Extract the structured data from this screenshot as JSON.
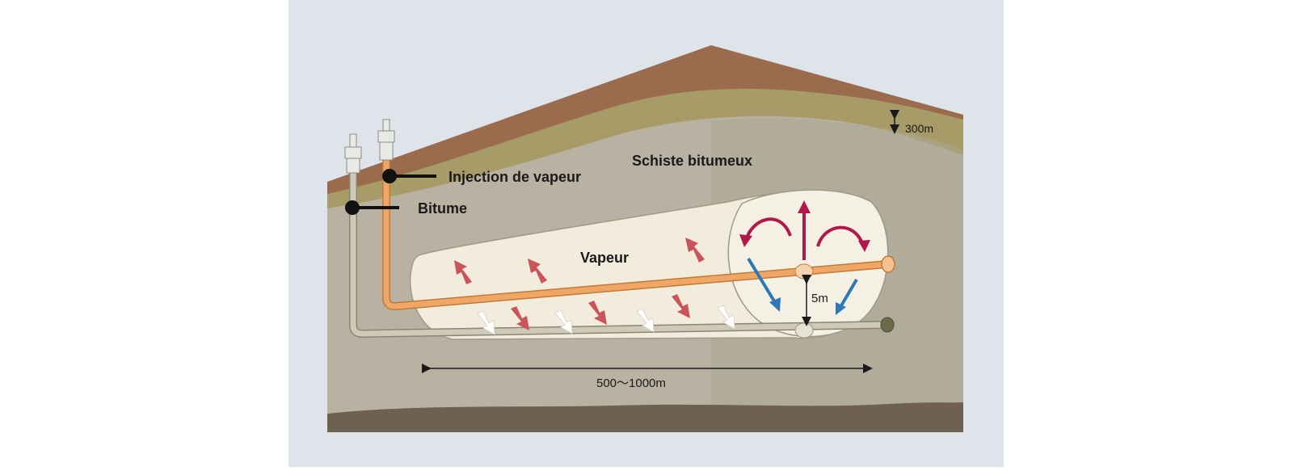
{
  "labels": {
    "shale": "Schiste bitumeux",
    "steam_injection": "Injection de vapeur",
    "bitumen": "Bitume",
    "steam": "Vapeur"
  },
  "dimensions": {
    "overburden": "300m",
    "well_spacing": "5m",
    "well_length": "500～1000m"
  },
  "colors": {
    "background_panel": "#dfe4ea",
    "topsoil": "#9b6b4d",
    "sand_layer": "#a79b68",
    "shale": "#b9b2a2",
    "shale_dark": "#aca594",
    "bedrock": "#6e6150",
    "steam_chamber": "#f1ecdc",
    "injection_pipe": "#f0a765",
    "production_pipe": "#cfcab7",
    "arrow_red": "#c9545a",
    "arrow_crimson": "#b0194a",
    "arrow_blue": "#2f78b6",
    "arrow_white": "#ffffff"
  }
}
